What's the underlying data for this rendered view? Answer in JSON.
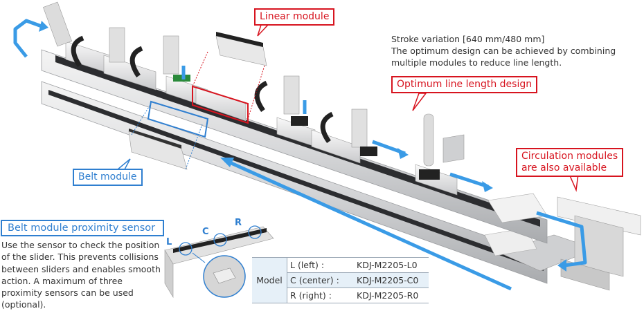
{
  "callouts": {
    "linear_module": "Linear module",
    "optimum_line": "Optimum line length design",
    "circulation_line1": "Circulation modules",
    "circulation_line2": "are also available",
    "belt_module": "Belt module"
  },
  "stroke_description": {
    "line1": "Stroke variation [640 mm/480 mm]",
    "line2": "The optimum design can be achieved by combining",
    "line3": "multiple modules to reduce line length."
  },
  "sensor": {
    "title": "Belt module proximity sensor",
    "description": "Use the sensor to check the position of the slider. This prevents collisions between sliders and enables smooth action. A maximum of three proximity sensors can be used (optional).",
    "positions": [
      "L",
      "C",
      "R"
    ]
  },
  "model_table": {
    "header": "Model",
    "rows": [
      {
        "label": "L (left) :",
        "value": "KDJ-M2205-L0"
      },
      {
        "label": "C (center) :",
        "value": "KDJ-M2205-C0"
      },
      {
        "label": "R (right) :",
        "value": "KDJ-M2205-R0"
      }
    ]
  },
  "colors": {
    "accent_red": "#d7141f",
    "accent_blue": "#2f7fd0",
    "arrow_blue": "#3a9be6",
    "table_shade": "#e6f0f8"
  }
}
